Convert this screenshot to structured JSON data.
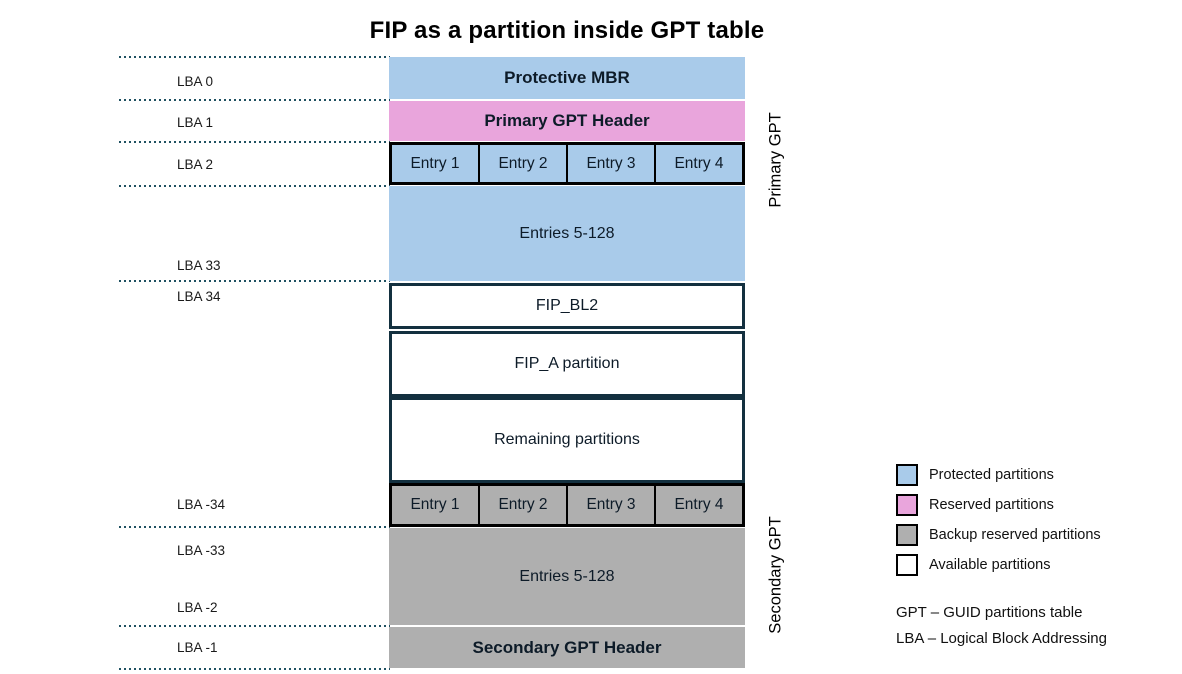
{
  "title": "FIP as a partition inside GPT table",
  "diagram": {
    "lba_labels": [
      "LBA 0",
      "LBA 1",
      "LBA 2",
      "LBA 33",
      "LBA 34",
      "LBA -34",
      "LBA -33",
      "LBA -2",
      "LBA -1"
    ],
    "rows": {
      "protective_mbr": "Protective MBR",
      "primary_gpt_header": "Primary GPT Header",
      "primary_entries": [
        "Entry 1",
        "Entry 2",
        "Entry 3",
        "Entry 4"
      ],
      "primary_entries_rest": "Entries 5-128",
      "fip_bl2": "FIP_BL2",
      "fip_a": "FIP_A partition",
      "remaining": "Remaining partitions",
      "secondary_entries": [
        "Entry 1",
        "Entry 2",
        "Entry 3",
        "Entry 4"
      ],
      "secondary_entries_rest": "Entries 5-128",
      "secondary_gpt_header": "Secondary GPT Header"
    },
    "side_labels": {
      "primary": "Primary GPT",
      "secondary": "Secondary GPT"
    }
  },
  "legend": {
    "items": [
      {
        "label": "Protected partitions",
        "color": "#A9CBEA"
      },
      {
        "label": "Reserved partitions",
        "color": "#E9A5DC"
      },
      {
        "label": "Backup reserved partitions",
        "color": "#AFAFAF"
      },
      {
        "label": "Available partitions",
        "color": "#FFFFFF"
      }
    ],
    "notes": [
      "GPT – GUID partitions table",
      "LBA – Logical Block Addressing"
    ]
  },
  "colors": {
    "protected": "#A9CBEA",
    "reserved": "#E9A5DC",
    "backup": "#AFAFAF",
    "available": "#FFFFFF",
    "dotted_line": "#1F5061",
    "block_border": "#13303F",
    "entry_border": "#000000",
    "text": "#0D1B28"
  }
}
